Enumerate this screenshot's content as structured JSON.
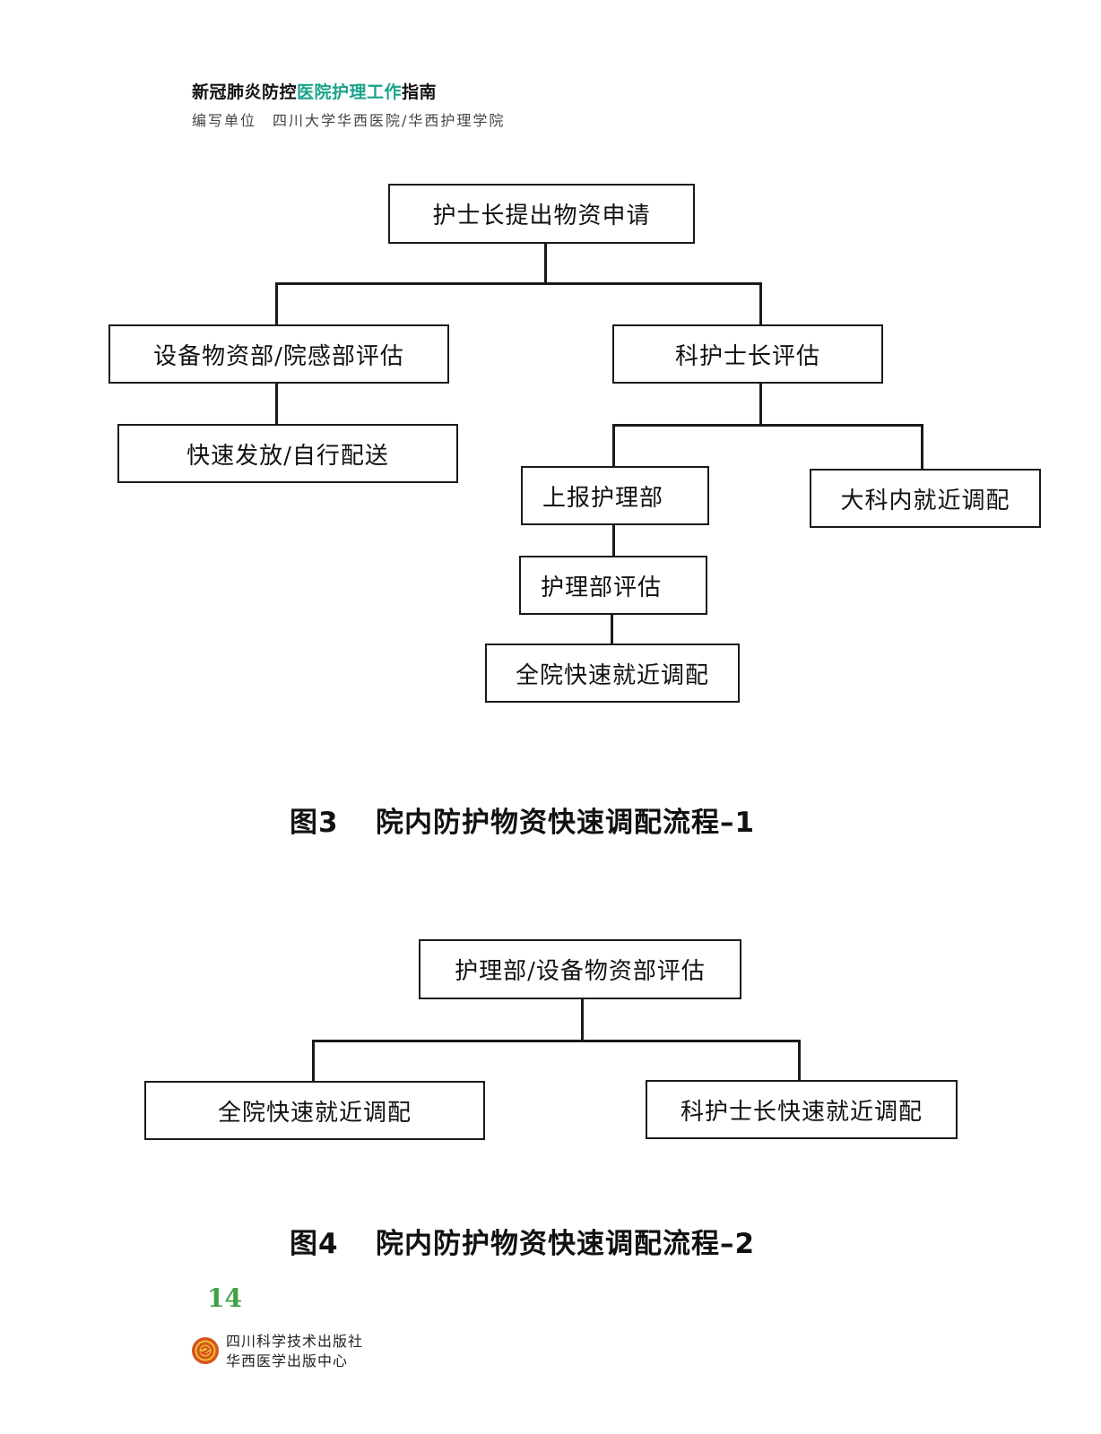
{
  "header": {
    "title_prefix": "新冠肺炎防控",
    "title_accent": "医院护理工作",
    "title_suffix": "指南",
    "editor_label": "编写单位",
    "editor_value": "四川大学华西医院/华西护理学院",
    "accent_color": "#1aa28a"
  },
  "figure3": {
    "nodes": {
      "head_nurse_request": "护士长提出物资申请",
      "equipment_assessment": "设备物资部/院感部评估",
      "quick_issue": "快速发放/自行配送",
      "dept_head_assessment": "科护士长评估",
      "report_nursing_dept": "上报护理部",
      "division_allocation": "大科内就近调配",
      "nursing_dept_assessment": "护理部评估",
      "hospital_allocation": "全院快速就近调配"
    },
    "caption_num": "图3",
    "caption_text": "院内防护物资快速调配流程–1"
  },
  "figure4": {
    "nodes": {
      "root_assessment": "护理部/设备物资部评估",
      "hospital_allocation": "全院快速就近调配",
      "dept_head_allocation": "科护士长快速就近调配"
    },
    "caption_num": "图4",
    "caption_text": "院内防护物资快速调配流程–2"
  },
  "footer": {
    "page_number": "14",
    "publisher_line1": "四川科学技术出版社",
    "publisher_line2": "华西医学出版中心",
    "page_number_color": "#43a047"
  }
}
